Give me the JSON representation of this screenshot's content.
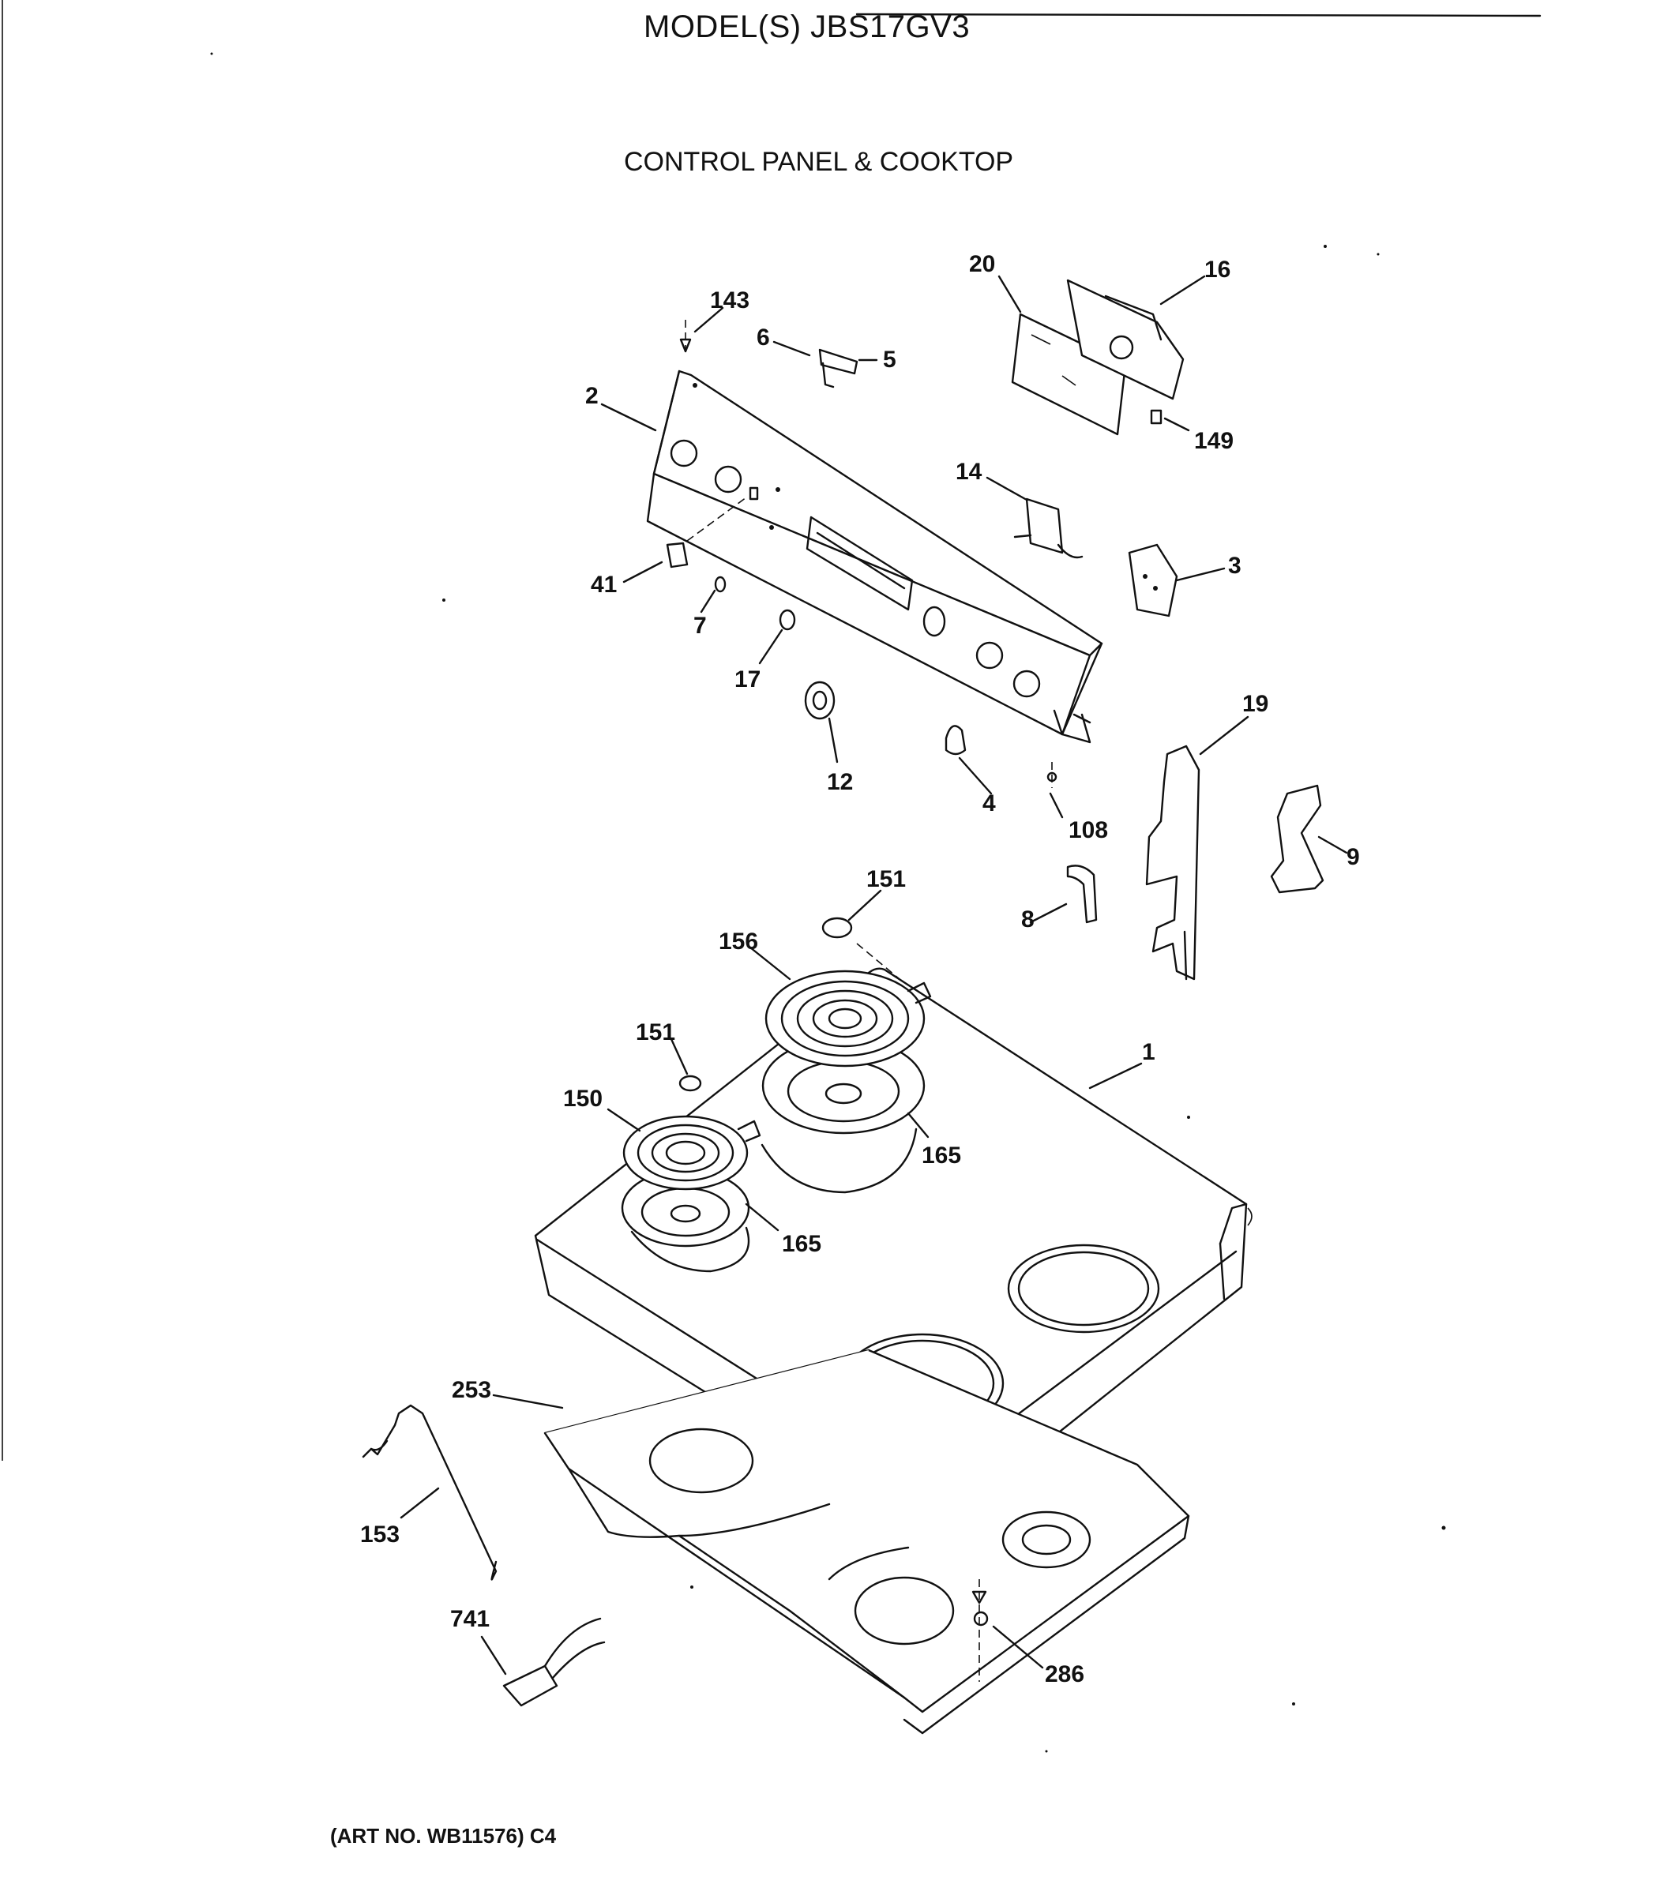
{
  "header": {
    "model_title": "MODEL(S) JBS17GV3",
    "section_title": "CONTROL PANEL & COOKTOP"
  },
  "footer": {
    "art_number": "(ART NO. WB11576) C4"
  },
  "callouts": {
    "c1": "1",
    "c2": "2",
    "c3": "3",
    "c4": "4",
    "c5": "5",
    "c6": "6",
    "c7": "7",
    "c8": "8",
    "c9": "9",
    "c12": "12",
    "c14": "14",
    "c16": "16",
    "c17": "17",
    "c19": "19",
    "c20": "20",
    "c41": "41",
    "c108": "108",
    "c143": "143",
    "c149": "149",
    "c150": "150",
    "c151a": "151",
    "c151b": "151",
    "c153": "153",
    "c156": "156",
    "c165a": "165",
    "c165b": "165",
    "c253": "253",
    "c286": "286",
    "c741": "741"
  }
}
